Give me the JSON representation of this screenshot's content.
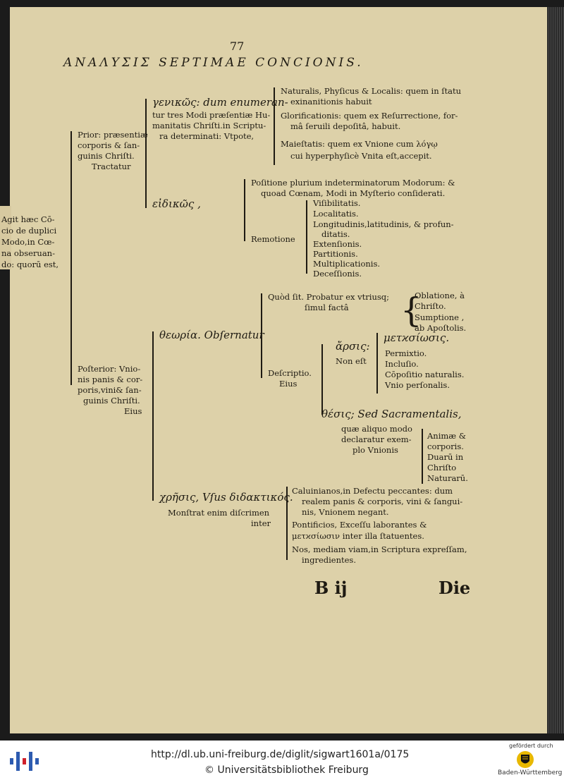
{
  "page": {
    "number": "77",
    "header": "ΑΝΑΛΥΣΙΣ SEPTIMAE CONCIONIS.",
    "margin": [
      "Agit hæc Cō-",
      "cio de duplici",
      "Modo,in Cœ-",
      "na obseruan-",
      "do: quorū est,"
    ],
    "left": {
      "prior": [
        "Prior: præsentiæ",
        "corporis & ſan-",
        "guinis Chriſti.",
        "Tractatur"
      ],
      "posterior": [
        "Poſterior: Vnio-",
        "nis panis & cor-",
        "poris,vini& ſan-",
        "guinis Chriſti.",
        "Eius"
      ]
    },
    "genikos": {
      "head": [
        "γενικῶς: dum enumeran-",
        "tur tres Modi præſentiæ Hu-",
        "manitatis Chriſti.in Scriptu-",
        "ra determinati: Vtpote,"
      ],
      "items": [
        [
          "Naturalis, Phyſicus & Localis: quem in ſtatu",
          "exinanitionis habuit"
        ],
        [
          "Glorificationis: quem ex Reſurrectione, for-",
          "mâ ſeruili depoſitâ, habuit."
        ],
        [
          "Maieſtatis: quem ex Vnione cum λόγῳ",
          "cui hyperphyſicè Vnita eſt,accepit."
        ]
      ]
    },
    "eidikos": {
      "label": "εἰδικῶς ,",
      "positione": [
        "Poſitione plurium indeterminatorum Modorum: &",
        "quoad Cœnam, Modi in Myſterio conſiderati."
      ],
      "remotione": "Remotione",
      "remotione_items": [
        "Viſibilitatis.",
        "Localitatis.",
        "Longitudinis,latitudinis, & profun-",
        "ditatis.",
        "Extenſionis.",
        "Partitionis.",
        "Multiplicationis.",
        "Deceſſionis."
      ]
    },
    "theoria": {
      "label": "θεωρία. Obſernatur",
      "quod": [
        "Quòd ſit. Probatur ex vtriusq;",
        "ſimul factâ"
      ],
      "quod_items": [
        "Oblatione, à",
        "Chriſto.",
        "Sumptione ,",
        "ab Apoſtolis."
      ],
      "descriptio": [
        "Deſcriptio.",
        "Eius"
      ],
      "arsis": [
        "ἄρσις:",
        "Non eſt"
      ],
      "arsis_items": [
        "μετϰσίωσις.",
        "Permixtio.",
        "Incluſio.",
        "Cōpoſitio naturalis.",
        "Vnio perſonalis."
      ],
      "thesis": [
        "θέσις; Sed Sacramentalis,",
        "quæ aliquo modo",
        "declaratur exem-",
        "plo Vnionis"
      ],
      "thesis_items": [
        "Animæ &",
        "corporis.",
        "Duarū in",
        "Chriſto",
        "Naturarū."
      ]
    },
    "chresis": {
      "label": [
        "χρῆσις, Vſus διδακτικός.",
        "Monſtrat enim diſcrimen",
        "inter"
      ],
      "items": [
        [
          "Caluinianos,in Defectu peccantes: dum",
          "realem panis & corporis, vini & ſangui-",
          "nis, Vnionem negant."
        ],
        [
          "Pontificios, Exceſſu laborantes &",
          "μετϰσίωσιν inter illa ſtatuentes."
        ],
        [
          "Nos, mediam viam,in Scriptura expreſſam,",
          "ingredientes."
        ]
      ]
    },
    "signature": "B ij",
    "catchword": "Die"
  },
  "footer": {
    "url": "http://dl.ub.uni-freiburg.de/diglit/sigwart1601a/0175",
    "copyright": "© Universitätsbibliothek Freiburg",
    "sponsor_top": "gefördert durch",
    "sponsor_bottom": "Baden-Württemberg"
  },
  "colors": {
    "paper": "#ddd1a9",
    "ink": "#1e1a12",
    "scan_border": "#1b1b1b",
    "logo_blue": "#2d5bb0",
    "logo_red": "#d0202a"
  }
}
